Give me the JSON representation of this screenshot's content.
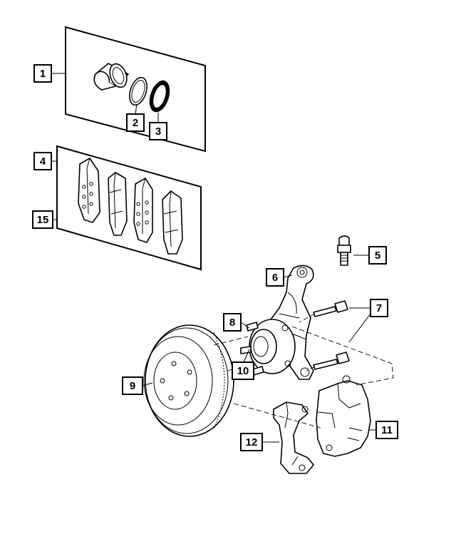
{
  "callouts": {
    "c1": "1",
    "c2": "2",
    "c3": "3",
    "c4": "4",
    "c5": "5",
    "c6": "6",
    "c7": "7",
    "c8": "8",
    "c9": "9",
    "c10": "10",
    "c11": "11",
    "c12": "12",
    "c15": "15"
  }
}
